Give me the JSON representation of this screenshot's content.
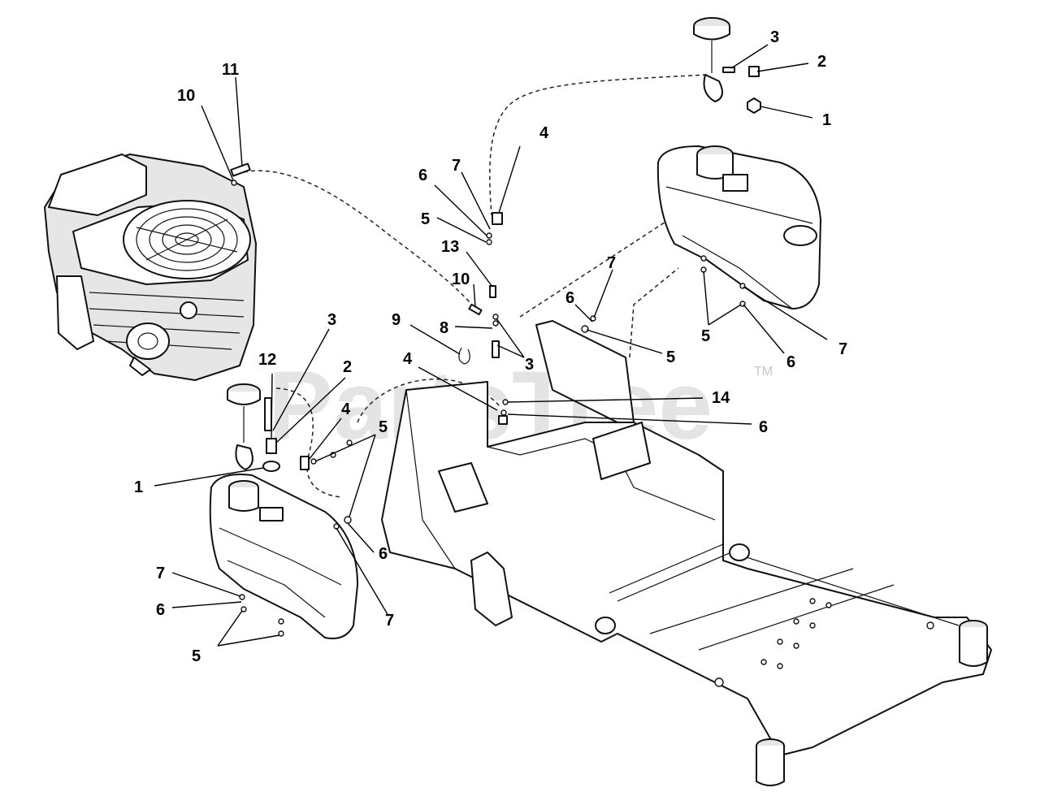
{
  "watermark": {
    "text": "PartsTree",
    "trademark": "TM"
  },
  "callouts": [
    {
      "id": "c-11-engine",
      "label": "11"
    },
    {
      "id": "c-10-engine",
      "label": "10"
    },
    {
      "id": "c-3-top",
      "label": "3"
    },
    {
      "id": "c-2-top",
      "label": "2"
    },
    {
      "id": "c-1-top",
      "label": "1"
    },
    {
      "id": "c-4-center",
      "label": "4"
    },
    {
      "id": "c-7-center",
      "label": "7"
    },
    {
      "id": "c-6-center",
      "label": "6"
    },
    {
      "id": "c-5-center",
      "label": "5"
    },
    {
      "id": "c-13-center",
      "label": "13"
    },
    {
      "id": "c-10-center",
      "label": "10"
    },
    {
      "id": "c-9-center",
      "label": "9"
    },
    {
      "id": "c-8-center",
      "label": "8"
    },
    {
      "id": "c-3-center",
      "label": "3"
    },
    {
      "id": "c-7-right-bracket",
      "label": "7"
    },
    {
      "id": "c-6-right-bracket",
      "label": "6"
    },
    {
      "id": "c-5-right-bracket",
      "label": "5"
    },
    {
      "id": "c-5-right-tank",
      "label": "5"
    },
    {
      "id": "c-7-right-tank",
      "label": "7"
    },
    {
      "id": "c-6-right-tank",
      "label": "6"
    },
    {
      "id": "c-4-frame",
      "label": "4"
    },
    {
      "id": "c-14-frame",
      "label": "14"
    },
    {
      "id": "c-6-frame",
      "label": "6"
    },
    {
      "id": "c-3-left",
      "label": "3"
    },
    {
      "id": "c-12-left",
      "label": "12"
    },
    {
      "id": "c-2-left",
      "label": "2"
    },
    {
      "id": "c-4-left",
      "label": "4"
    },
    {
      "id": "c-5-left",
      "label": "5"
    },
    {
      "id": "c-1-left",
      "label": "1"
    },
    {
      "id": "c-6-left-line",
      "label": "6"
    },
    {
      "id": "c-7-left-line",
      "label": "7"
    },
    {
      "id": "c-7-left-tank",
      "label": "7"
    },
    {
      "id": "c-6-left-tank",
      "label": "6"
    },
    {
      "id": "c-5-left-tank",
      "label": "5"
    }
  ]
}
